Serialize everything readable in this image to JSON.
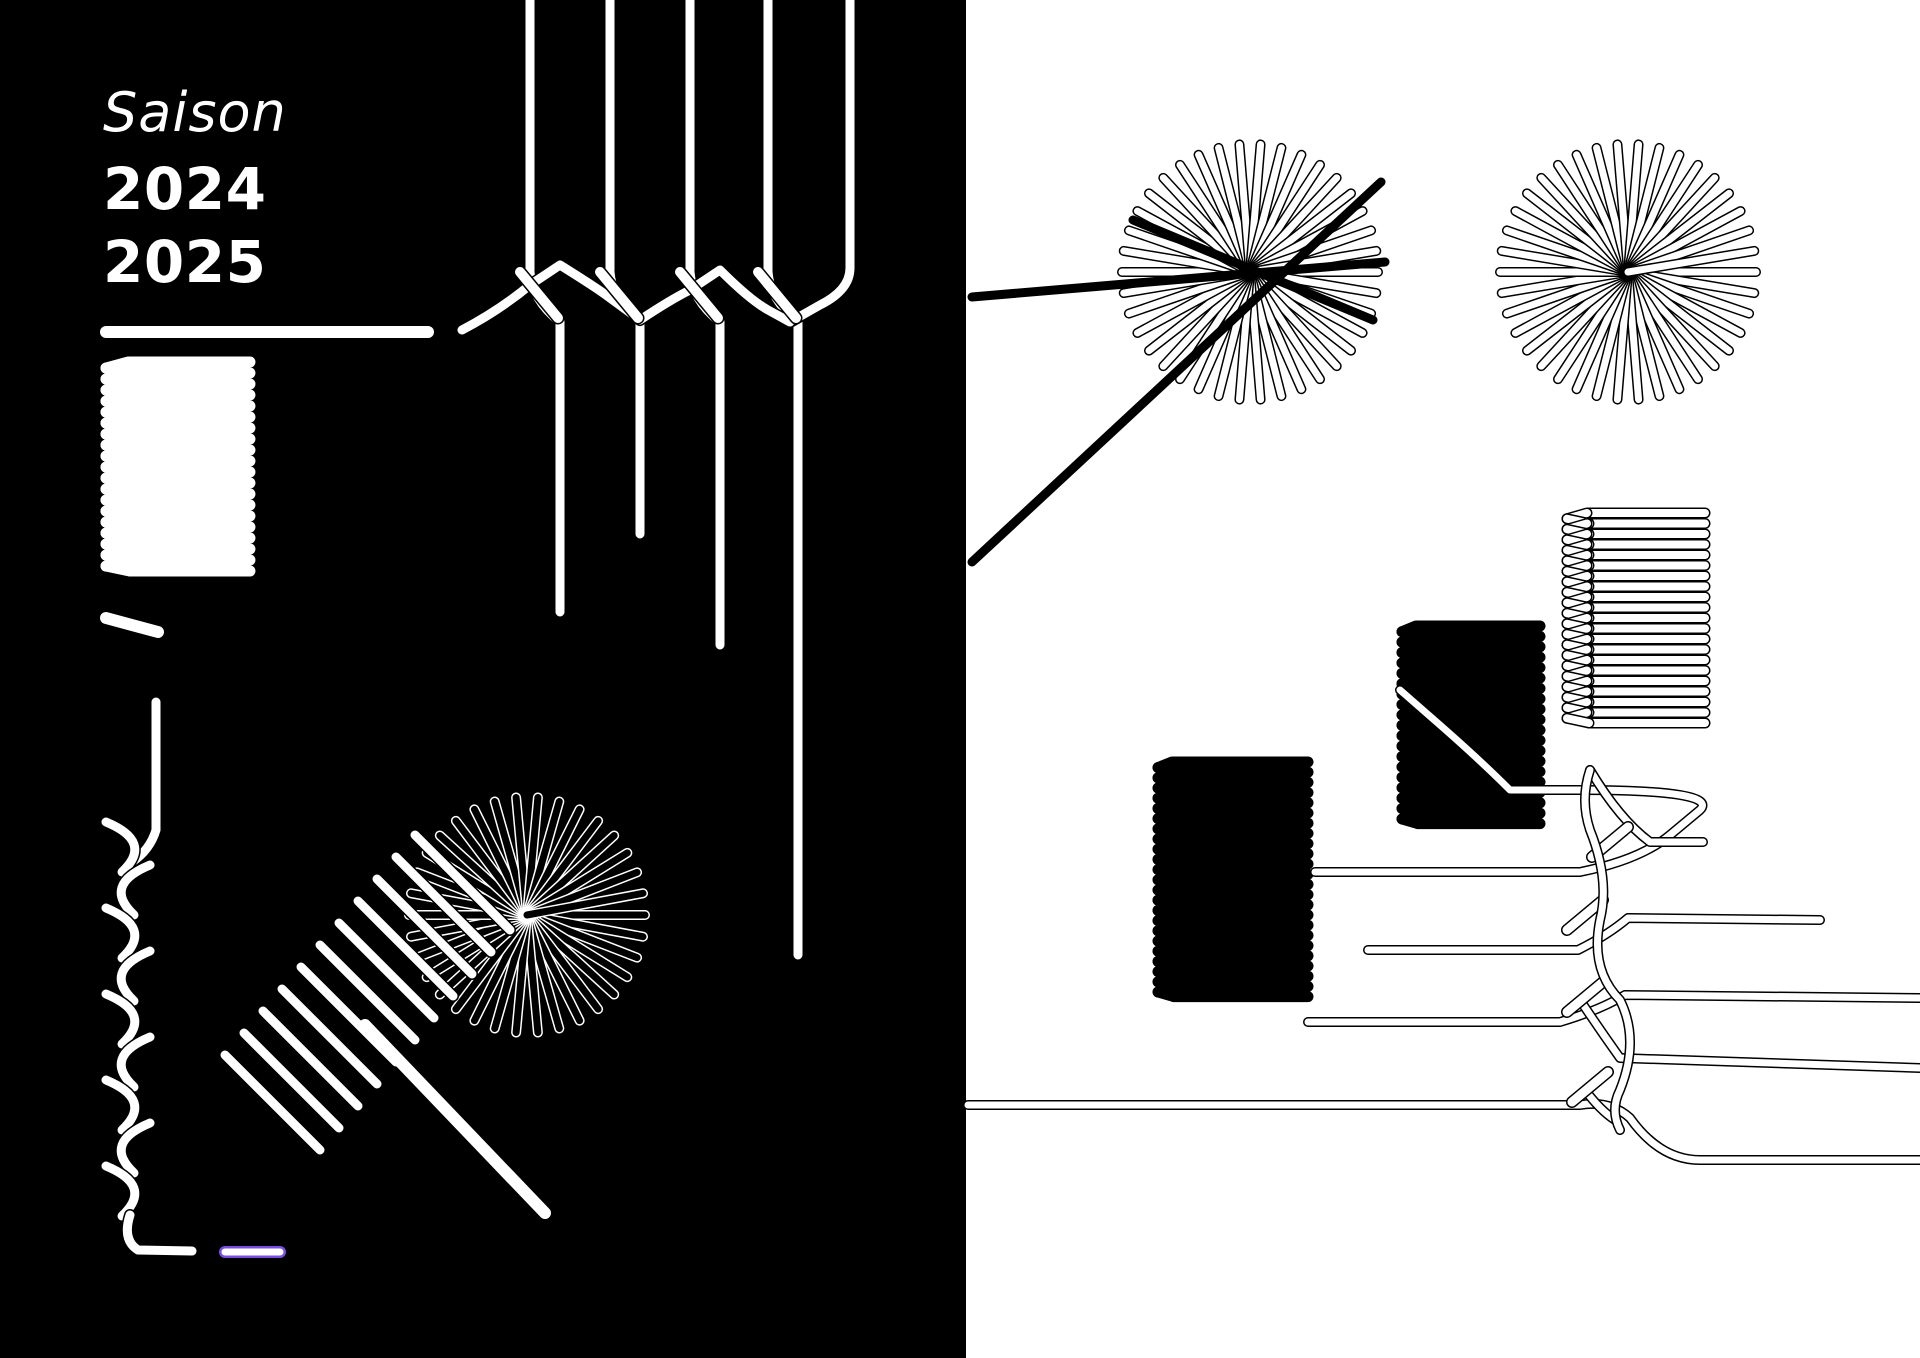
{
  "poster": {
    "word": "Saison",
    "year_start": "2024",
    "year_end": "2025"
  },
  "colors": {
    "black": "#000000",
    "white": "#ffffff",
    "accent": "#7a4fe0"
  },
  "motifs": [
    "spring-coil",
    "cord-knot",
    "chain",
    "starburst",
    "coil-rings"
  ]
}
